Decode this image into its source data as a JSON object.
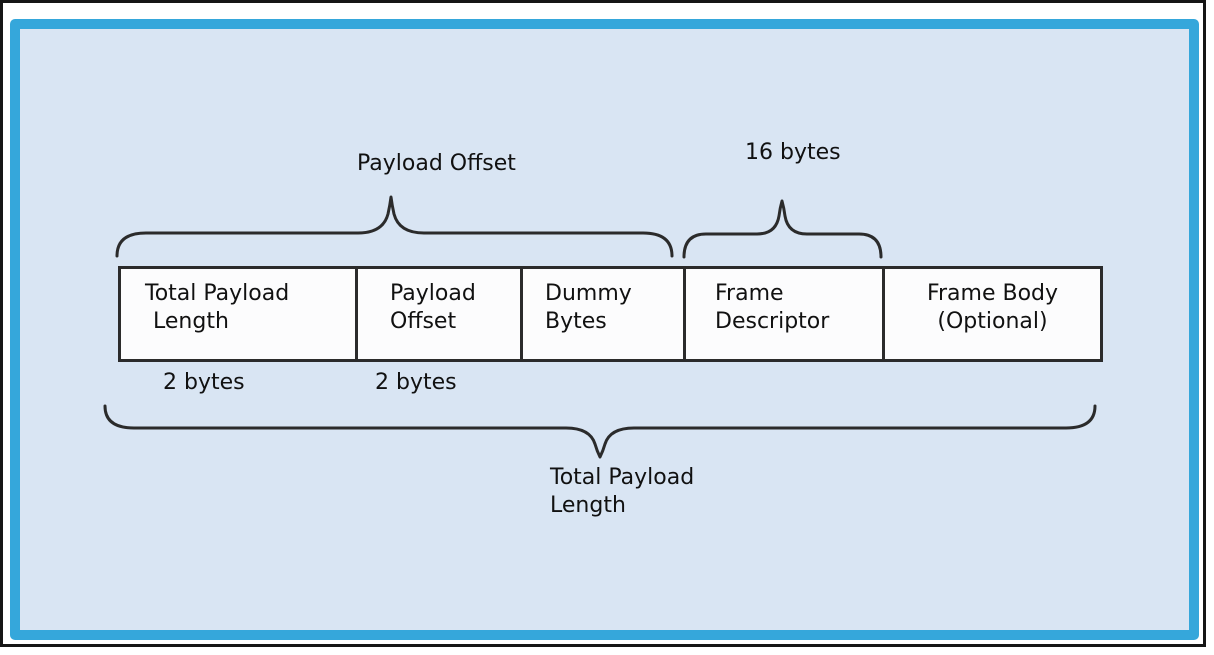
{
  "colors": {
    "outer_border": "#151515",
    "frame_accent": "#35a7db",
    "panel_background": "#d9e5f3",
    "box_fill": "#fcfcfd",
    "line": "#2b2b2b",
    "text": "#111111"
  },
  "fields": [
    {
      "lines": [
        "Total Payload",
        "Length"
      ]
    },
    {
      "lines": [
        "Payload",
        "Offset"
      ]
    },
    {
      "lines": [
        "Dummy",
        "Bytes"
      ]
    },
    {
      "lines": [
        "Frame",
        "Descriptor"
      ]
    },
    {
      "lines": [
        "Frame Body",
        "(Optional)"
      ]
    }
  ],
  "annotations": {
    "payload_offset_brace_label": "Payload Offset",
    "frame_descriptor_brace_label": "16 bytes",
    "field_size_labels": [
      "2 bytes",
      "2 bytes"
    ],
    "total_length_brace_label_lines": [
      "Total Payload",
      "Length"
    ]
  }
}
